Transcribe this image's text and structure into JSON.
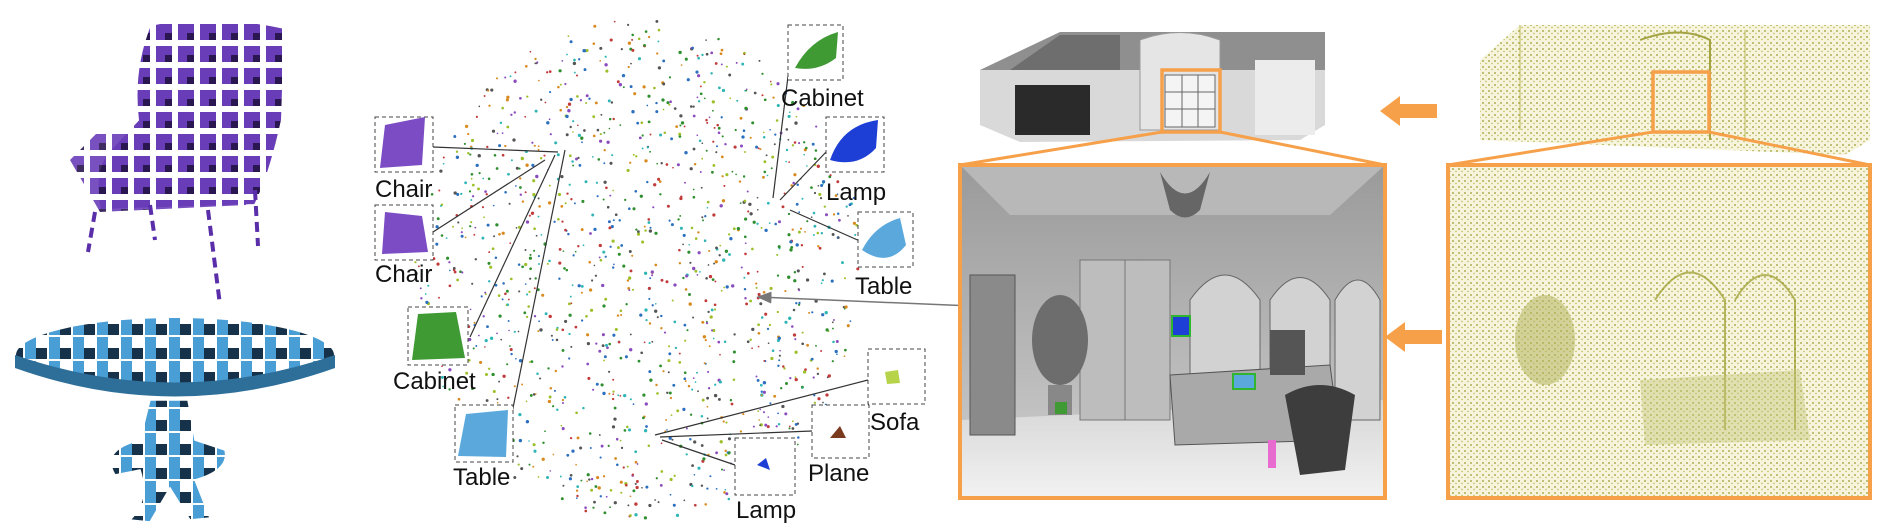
{
  "embedding_labels": {
    "chair_1": "Chair",
    "chair_2": "Chair",
    "cabinet_left": "Cabinet",
    "table_left": "Table",
    "cabinet_top": "Cabinet",
    "lamp_top": "Lamp",
    "table_right": "Table",
    "sofa": "Sofa",
    "plane": "Plane",
    "lamp_bottom": "Lamp"
  },
  "patch_colors": {
    "chair": "#7b4cc4",
    "cabinet": "#3f9a34",
    "lamp": "#1d3fd6",
    "table": "#5aa8dc",
    "sofa": "#b7d34a",
    "plane": "#7a3a1e"
  },
  "accent_color": "#f6a04a",
  "point_palette": [
    "#2f8f2f",
    "#c23b3b",
    "#2b6fbf",
    "#d88a1e",
    "#8a4bbd",
    "#2fb5b5",
    "#555555",
    "#9cbf2a"
  ],
  "arrows": [
    "arrow-left",
    "arrow-left"
  ]
}
